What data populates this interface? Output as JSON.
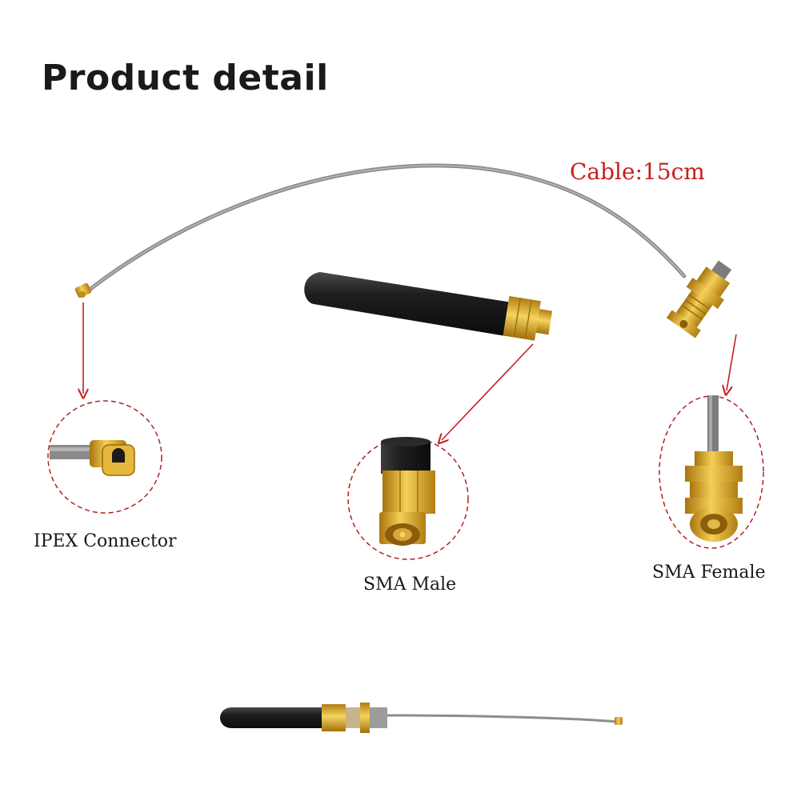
{
  "title": "Product detail",
  "cable_label": "Cable:15cm",
  "captions": {
    "ipex": "IPEX Connector",
    "sma_male": "SMA Male",
    "sma_female": "SMA Female"
  },
  "colors": {
    "annotation_red": "#c81e1e",
    "gold": "#d9a520",
    "antenna_black": "#1b1b1b",
    "cable_gray": "#8a8a8a"
  }
}
